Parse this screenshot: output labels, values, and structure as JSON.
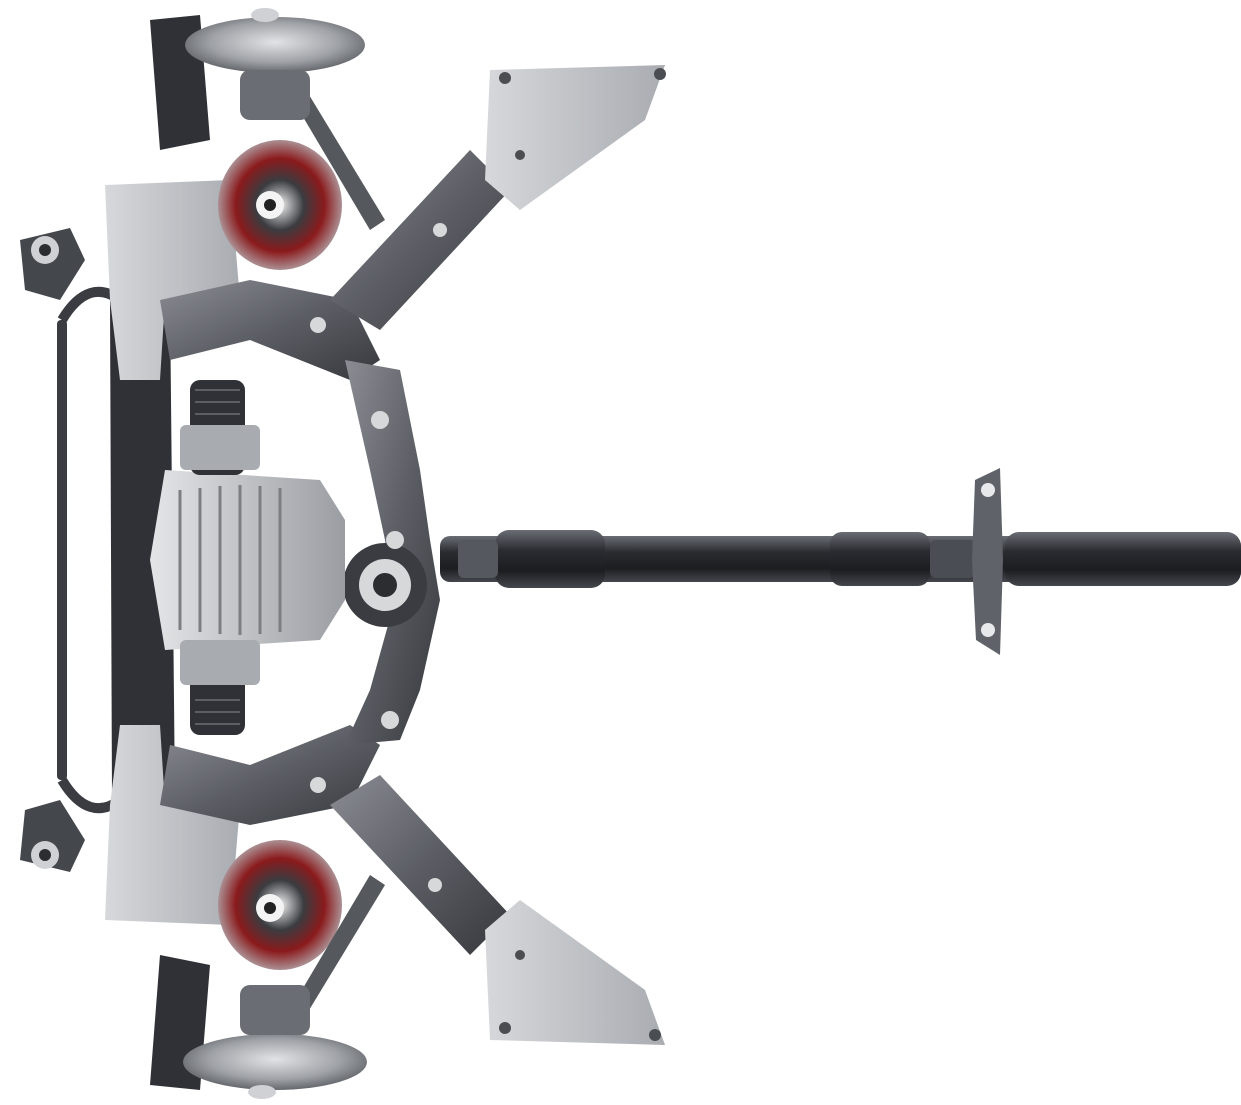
{
  "image": {
    "subject": "rear-axle-subframe-assembly",
    "view": "top-down",
    "background_color": "#ffffff",
    "colors": {
      "subframe": "#5b5e64",
      "subframe_highlight": "#8a8d93",
      "subframe_dark": "#2c2e32",
      "bracket_plate": "#bfc1c5",
      "bushing_red": "#8a1a1c",
      "bolt": "#d7d8da",
      "driveshaft": "#2a2c31",
      "differential": "#cfd1d4"
    },
    "components": [
      "subframe",
      "differential",
      "driveshaft",
      "center-bearing-bracket",
      "stabilizer-bar",
      "upper-wheel-hub",
      "lower-wheel-hub",
      "upper-trailing-arm-bushing",
      "lower-trailing-arm-bushing",
      "upper-mounting-bracket",
      "lower-mounting-bracket",
      "upper-half-shaft",
      "lower-half-shaft"
    ]
  }
}
